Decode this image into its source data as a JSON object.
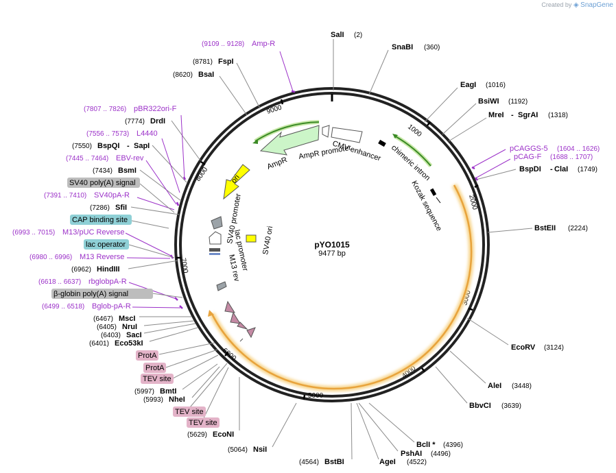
{
  "credit": {
    "prefix": "Created by",
    "brand": "SnapGene"
  },
  "plasmid": {
    "name": "pYO1015",
    "length_label": "9477 bp",
    "length": 9477
  },
  "ticks": [
    "1000",
    "2000",
    "3000",
    "4000",
    "5000",
    "6000",
    "7000",
    "8000",
    "9000"
  ],
  "enzymes": [
    {
      "name": "SalI",
      "pos": "(2)"
    },
    {
      "name": "SnaBI",
      "pos": "(360)"
    },
    {
      "name": "EagI",
      "pos": "(1016)"
    },
    {
      "name": "BsiWI",
      "pos": "(1192)"
    },
    {
      "name": "MreI",
      "name2": "SgrAI",
      "pos": "(1318)"
    },
    {
      "name": "BspDI",
      "name2": "ClaI",
      "pos": "(1749)"
    },
    {
      "name": "BstEII",
      "pos": "(2224)"
    },
    {
      "name": "EcoRV",
      "pos": "(3124)"
    },
    {
      "name": "AleI",
      "pos": "(3448)"
    },
    {
      "name": "BbvCI",
      "pos": "(3639)"
    },
    {
      "name": "BclI *",
      "pos": "(4396)"
    },
    {
      "name": "PshAI",
      "pos": "(4496)"
    },
    {
      "name": "AgeI",
      "pos": "(4522)"
    },
    {
      "name": "BstBI",
      "pos": "(4564)"
    },
    {
      "name": "NsiI",
      "pos": "(5064)"
    },
    {
      "name": "EcoNI",
      "pos": "(5629)"
    },
    {
      "name": "NheI",
      "pos": "(5993)"
    },
    {
      "name": "BmtI",
      "pos": "(5997)"
    },
    {
      "name": "Eco53kI",
      "pos": "(6401)"
    },
    {
      "name": "SacI",
      "pos": "(6403)"
    },
    {
      "name": "NruI",
      "pos": "(6405)"
    },
    {
      "name": "MscI",
      "pos": "(6467)"
    },
    {
      "name": "HindIII",
      "pos": "(6962)"
    },
    {
      "name": "SfiI",
      "pos": "(7286)"
    },
    {
      "name": "BsmI",
      "pos": "(7434)"
    },
    {
      "name": "BspQI",
      "name2": "SapI",
      "pos": "(7550)"
    },
    {
      "name": "DrdI",
      "pos": "(7774)"
    },
    {
      "name": "BsaI",
      "pos": "(8620)"
    },
    {
      "name": "FspI",
      "pos": "(8781)"
    }
  ],
  "primers": [
    {
      "name": "Amp-R",
      "range": "(9109 .. 9128)"
    },
    {
      "name": "pBR322ori-F",
      "range": "(7807 .. 7826)"
    },
    {
      "name": "L4440",
      "range": "(7556 .. 7573)"
    },
    {
      "name": "EBV-rev",
      "range": "(7445 .. 7464)"
    },
    {
      "name": "SV40pA-R",
      "range": "(7391 .. 7410)"
    },
    {
      "name": "M13/pUC Reverse",
      "range": "(6993 .. 7015)"
    },
    {
      "name": "M13 Reverse",
      "range": "(6980 .. 6996)"
    },
    {
      "name": "rbglobpA-R",
      "range": "(6618 .. 6637)"
    },
    {
      "name": "Bglob-pA-R",
      "range": "(6499 .. 6518)"
    },
    {
      "name": "pCAGGS-5",
      "range": "(1604 .. 1626)"
    },
    {
      "name": "pCAG-F",
      "range": "(1688 .. 1707)"
    }
  ],
  "boxed_features": [
    {
      "name": "SV40 poly(A) signal",
      "color": "#bdbdbd"
    },
    {
      "name": "CAP binding site",
      "color": "#8fd0d6"
    },
    {
      "name": "lac operator",
      "color": "#8fd0d6"
    },
    {
      "name": "β-globin poly(A) signal",
      "color": "#bdbdbd"
    },
    {
      "name": "ProtA",
      "color": "#e3b3c8"
    },
    {
      "name": "ProtA",
      "color": "#e3b3c8"
    },
    {
      "name": "TEV site",
      "color": "#e3b3c8"
    },
    {
      "name": "TEV site",
      "color": "#e3b3c8"
    },
    {
      "name": "TEV site",
      "color": "#e3b3c8"
    }
  ],
  "inner_features": [
    {
      "name": "CMV enhancer"
    },
    {
      "name": "AmpR promoter"
    },
    {
      "name": "AmpR"
    },
    {
      "name": "ori"
    },
    {
      "name": "chimeric intron"
    },
    {
      "name": "Kozak sequence"
    },
    {
      "name": "SV40 promoter"
    },
    {
      "name": "SV40 ori"
    },
    {
      "name": "lac promoter"
    },
    {
      "name": "M13 rev"
    }
  ],
  "colors": {
    "primer": "#9b30c8",
    "amp": "#ccf5c8",
    "ori": "#ffff00",
    "orf": "#e8a33c",
    "intron": "#3a8a25",
    "protA": "#c48aa4"
  }
}
